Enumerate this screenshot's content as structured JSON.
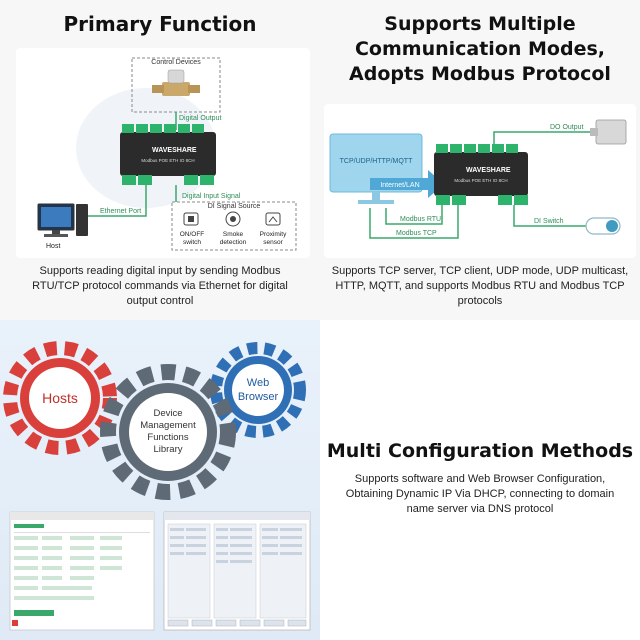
{
  "primary": {
    "title": "Primary Function",
    "labels": {
      "control_devices": "Control Devices",
      "digital_output": "Digital Output",
      "digital_input_signal": "Digital Input Signal",
      "di_signal_source": "DI Signal Source",
      "ethernet_port": "Ethernet Port",
      "host": "Host",
      "onoff_line1": "ON/OFF",
      "onoff_line2": "switch",
      "smoke_line1": "Smoke",
      "smoke_line2": "detection",
      "prox_line1": "Proximity",
      "prox_line2": "sensor"
    },
    "description": "Supports reading digital input by sending Modbus RTU/TCP protocol commands via Ethernet for digital output control"
  },
  "comm": {
    "title_line1": "Supports Multiple",
    "title_line2": "Communication Modes,",
    "title_line3": "Adopts Modbus Protocol",
    "labels": {
      "tcp_udp": "TCP/UDP/HTTP/MQTT",
      "internet_lan": "Internet/LAN",
      "do_output": "DO Output",
      "di_switch": "DI Switch",
      "modbus_rtu": "Modbus RTU",
      "modbus_tcp": "Modbus TCP"
    },
    "description": "Supports TCP server, TCP client, UDP mode, UDP multicast, HTTP, MQTT, and supports Modbus RTU and Modbus TCP protocols"
  },
  "device": {
    "brand": "WAVESHARE",
    "model_tl": "Modbus POE ETH IO 8CH",
    "model_tr": "Modbus POE ETH IO 8CH"
  },
  "gears": {
    "hosts": "Hosts",
    "web_line1": "Web",
    "web_line2": "Browser",
    "lib_line1": "Device",
    "lib_line2": "Management",
    "lib_line3": "Functions",
    "lib_line4": "Library"
  },
  "config": {
    "title": "Multi Configuration Methods",
    "description": "Supports software and Web Browser Configuration, Obtaining Dynamic IP Via DHCP, connecting to domain name server via DNS protocol"
  },
  "colors": {
    "device_dark": "#2b2b2b",
    "terminal_green": "#2db36b",
    "line_green": "#3aa86b",
    "sky_blue": "#9fd6ee",
    "gear_red": "#d9403b",
    "gear_blue": "#2f6fb5",
    "gear_grey": "#5e6a75"
  }
}
